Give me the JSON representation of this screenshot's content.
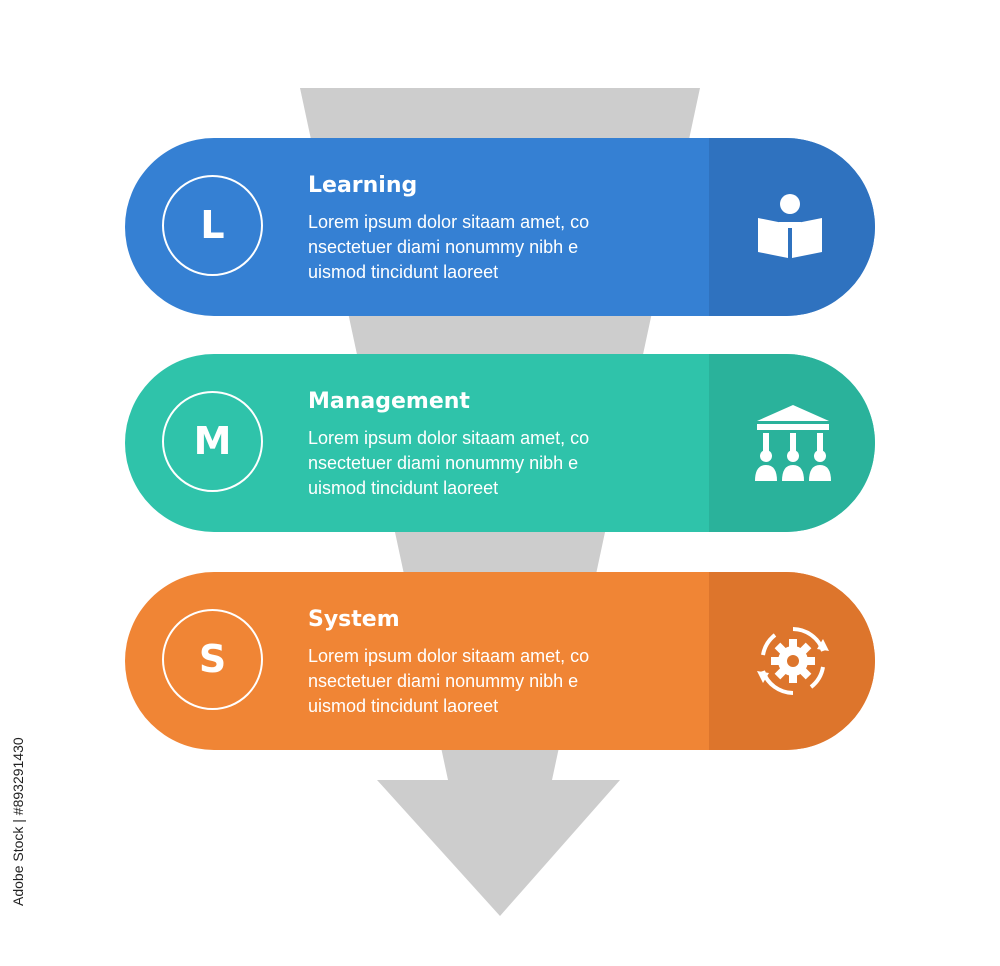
{
  "colors": {
    "arrow": "#cdcdcd",
    "learning": "#3580d3",
    "learning_panel": "#2f72bf",
    "management": "#2fc3aa",
    "management_panel": "#2ab29b",
    "system": "#f08535",
    "system_panel": "#dd752c"
  },
  "items": [
    {
      "letter": "L",
      "title": "Learning",
      "body_lines": [
        "Lorem ipsum dolor sitaam amet, co",
        "nsectetuer diami nonummy  nibh e",
        "uismod tincidunt laoreet"
      ],
      "icon": "reading-book-icon"
    },
    {
      "letter": "M",
      "title": "Management",
      "body_lines": [
        "Lorem ipsum dolor sitaam amet, co",
        "nsectetuer diami nonummy  nibh e",
        "uismod tincidunt laoreet"
      ],
      "icon": "institution-people-icon"
    },
    {
      "letter": "S",
      "title": "System",
      "body_lines": [
        "Lorem ipsum dolor sitaam amet, co",
        "nsectetuer diami nonummy  nibh e",
        "uismod tincidunt laoreet"
      ],
      "icon": "gear-cycle-icon"
    }
  ],
  "stock_id": "Adobe Stock | #893291430"
}
